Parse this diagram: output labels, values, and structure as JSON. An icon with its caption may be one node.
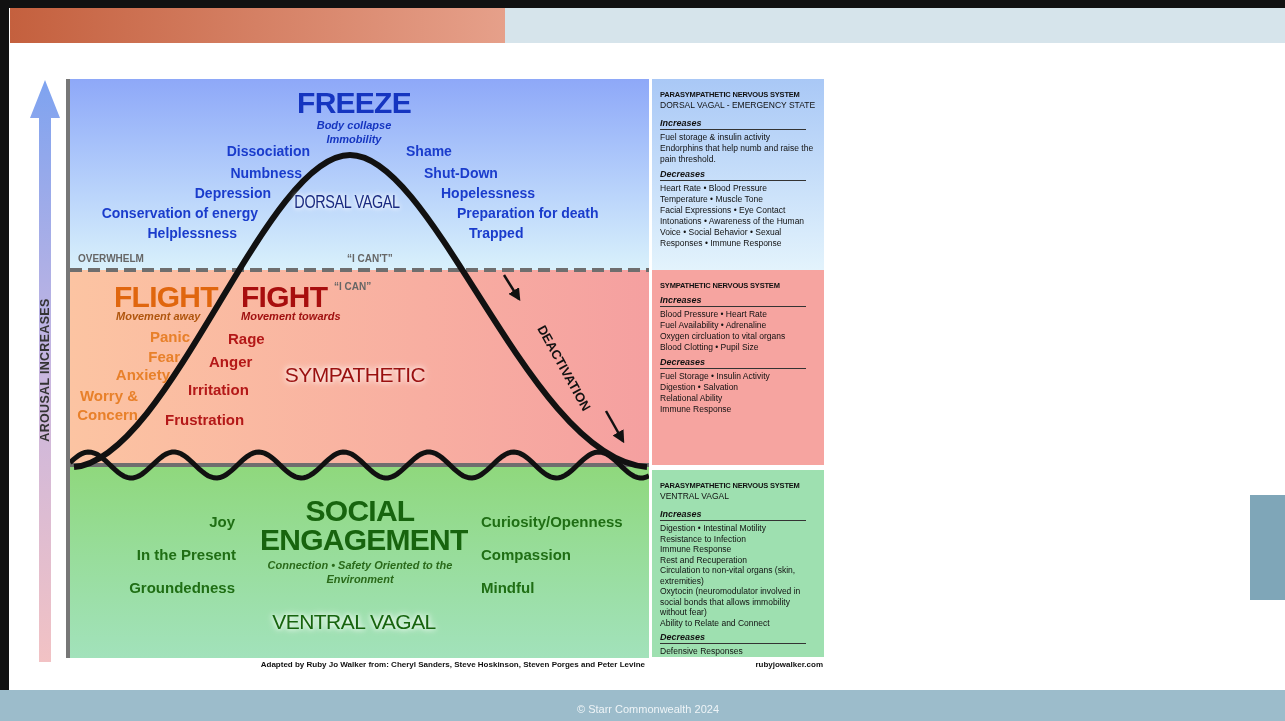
{
  "diagram": {
    "nodes": [
      {
        "text": [
          "FREEZE",
          "Body collapse Immobility",
          "Dissociation",
          "Numbness",
          "Depression",
          "Conservation of energy",
          "Helplessness",
          "DORSAL VAGAL",
          "Shame",
          "Shut-Down",
          "Hopelessness",
          "Preparation for death",
          "Trapped",
          "OVERWHELM",
          "“I CAN'T”"
        ]
      },
      {
        "text": [
          "FLIGHT",
          "Movement away",
          "Panic",
          "Fear",
          "Anxiety",
          "Worry & Concern",
          "FIGHT",
          "Movement towards",
          "Rage",
          "Anger",
          "Irritation",
          "Frustration",
          "“I CAN”",
          "SYMPATHETIC",
          "DEACTIVATION"
        ]
      },
      {
        "text": [
          "SOCIAL ENGAGEMENT",
          "Connection • Safety Oriented to the Environment",
          "Joy",
          "In  the Present",
          "Groundedness",
          "Curiosity/Openness",
          "Compassion",
          "Mindful",
          "VENTRAL VAGAL"
        ]
      },
      {
        "text": [
          "PARASYMPATHETIC NERVOUS SYSTEM",
          "DORSAL VAGAL - EMERGENCY STATE",
          "Increases",
          "Fuel storage & insulin activity",
          "Endorphins that help numb and raise the pain threshold.",
          "Decreases",
          "Heart Rate • Blood Pressure",
          "Temperature • Muscle Tone",
          "Facial Expressions • Eye Contact",
          "Intonations • Awareness of the Human Voice • Social Behavior • Sexual Responses • Immune Response"
        ]
      },
      {
        "text": [
          "SYMPATHETIC NERVOUS SYSTEM",
          "Increases",
          "Blood Pressure • Heart Rate",
          "Fuel Availability • Adrenaline",
          "Oxygen circluation to vital organs",
          "Blood Clotting • Pupil Size",
          "Decreases",
          "Fuel Storage • Insulin Activity",
          "Digestion • Salvation",
          "Relational Ability",
          "Immune Response"
        ]
      },
      {
        "text": [
          "PARASYMPATHETIC NERVOUS SYSTEM",
          "VENTRAL VAGAL",
          "Increases",
          "Digestion • Intestinal Motility",
          "Resistance to Infection",
          "Immune Response",
          "Rest and Recuperation",
          "Circulation to non-vital organs (skin, extremities)",
          "Oxytocin (neuromodulator involved in social bonds that allows immobility without fear)",
          "Ability to Relate and Connect",
          "Decreases",
          "Defensive Responses"
        ]
      }
    ],
    "labels": [
      "AROUSAL INCREASES",
      "Adapted by Ruby Jo Walker from: Cheryl Sanders, Steve Hoskinson, Steven Porges and Peter Levine",
      "rubyjowalker.com",
      "© Starr Commonwealth 2024"
    ]
  }
}
